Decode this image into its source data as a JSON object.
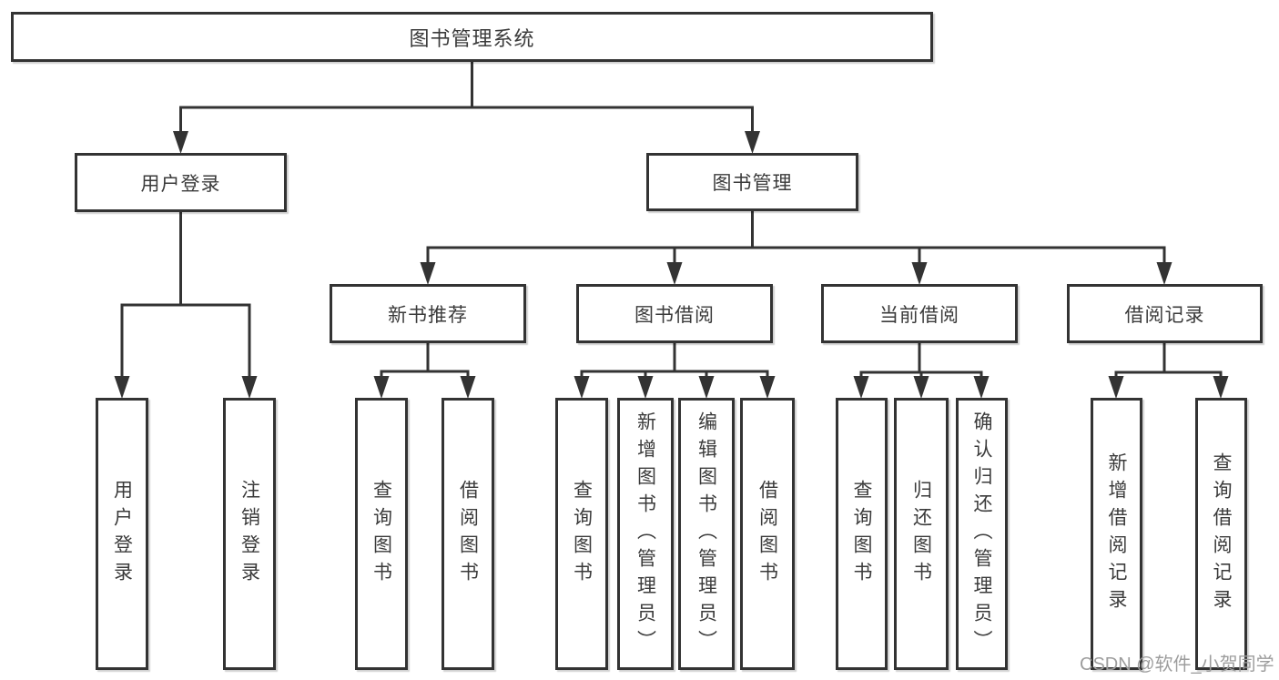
{
  "colors": {
    "line": "#333333",
    "text": "#3b3b3b",
    "box_background": "#ffffff",
    "watermark": "#9d9d9d"
  },
  "watermark": {
    "text": "CSDN @软件_小贺同学"
  },
  "nodes": {
    "root": {
      "label": "图书管理系统"
    },
    "user_login": {
      "label": "用户登录"
    },
    "book_mgmt": {
      "label": "图书管理"
    },
    "new_book_rec": {
      "label": "新书推荐"
    },
    "book_borrow": {
      "label": "图书借阅"
    },
    "current_borrow": {
      "label": "当前借阅"
    },
    "borrow_records": {
      "label": "借阅记录"
    },
    "leaf_user_login": {
      "label": "用户登录"
    },
    "leaf_logout_login": {
      "label": "注销登录"
    },
    "leaf_query_book_rec": {
      "label": "查询图书"
    },
    "leaf_borrow_book_rec": {
      "label": "借阅图书"
    },
    "leaf_query_book_borrow": {
      "label": "查询图书"
    },
    "leaf_add_book_admin": {
      "label": "新增图书（管理员）"
    },
    "leaf_edit_book_admin": {
      "label": "编辑图书（管理员）"
    },
    "leaf_borrow_book_borrow": {
      "label": "借阅图书"
    },
    "leaf_query_book_current": {
      "label": "查询图书"
    },
    "leaf_return_book": {
      "label": "归还图书"
    },
    "leaf_confirm_return_admin": {
      "label": "确认归还（管理员）"
    },
    "leaf_add_borrow_record": {
      "label": "新增借阅记录"
    },
    "leaf_query_borrow_record": {
      "label": "查询借阅记录"
    }
  },
  "hierarchy": {
    "图书管理系统": {
      "用户登录": [
        "用户登录",
        "注销登录"
      ],
      "图书管理": {
        "新书推荐": [
          "查询图书",
          "借阅图书"
        ],
        "图书借阅": [
          "查询图书",
          "新增图书（管理员）",
          "编辑图书（管理员）",
          "借阅图书"
        ],
        "当前借阅": [
          "查询图书",
          "归还图书",
          "确认归还（管理员）"
        ],
        "借阅记录": [
          "新增借阅记录",
          "查询借阅记录"
        ]
      }
    }
  }
}
